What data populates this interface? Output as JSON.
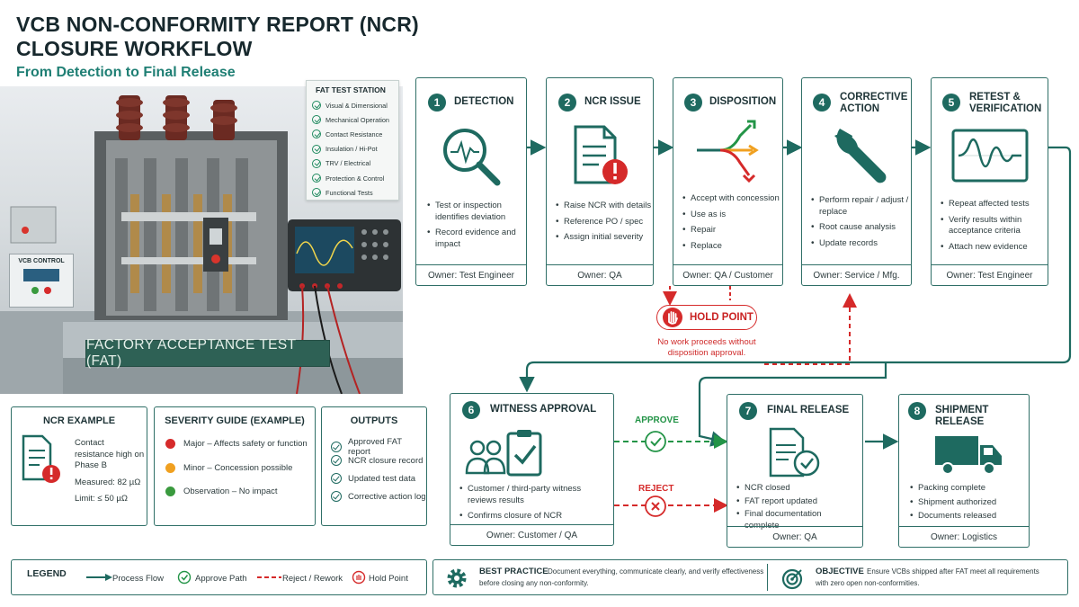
{
  "header": {
    "title_line1": "VCB NON-CONFORMITY REPORT (NCR)",
    "title_line2": "CLOSURE WORKFLOW",
    "subtitle": "From Detection to Final Release"
  },
  "photo": {
    "station_title": "FAT TEST STATION",
    "station_items": [
      "Visual & Dimensional",
      "Mechanical Operation",
      "Contact Resistance",
      "Insulation / Hi-Pot",
      "TRV / Electrical",
      "Protection & Control",
      "Functional Tests"
    ],
    "control_label": "VCB CONTROL",
    "banner": "FACTORY ACCEPTANCE TEST (FAT)"
  },
  "steps": [
    {
      "num": "1",
      "title": "DETECTION",
      "bullets": [
        "Test or inspection identifies deviation",
        "Record evidence and impact"
      ],
      "owner": "Owner: Test Engineer"
    },
    {
      "num": "2",
      "title": "NCR ISSUE",
      "bullets": [
        "Raise NCR with details",
        "Reference PO / spec",
        "Assign initial severity"
      ],
      "owner": "Owner: QA"
    },
    {
      "num": "3",
      "title": "DISPOSITION",
      "bullets": [
        "Accept with concession",
        "Use as is",
        "Repair",
        "Replace"
      ],
      "owner": "Owner: QA / Customer"
    },
    {
      "num": "4",
      "title": "CORRECTIVE ACTION",
      "bullets": [
        "Perform repair / adjust / replace",
        "Root cause analysis",
        "Update records"
      ],
      "owner": "Owner: Service / Mfg."
    },
    {
      "num": "5",
      "title": "RETEST & VERIFICATION",
      "bullets": [
        "Repeat affected tests",
        "Verify results within acceptance criteria",
        "Attach new evidence"
      ],
      "owner": "Owner: Test Engineer"
    },
    {
      "num": "6",
      "title": "WITNESS APPROVAL",
      "bullets": [
        "Customer / third-party witness reviews results",
        "Confirms closure of NCR"
      ],
      "owner": "Owner: Customer / QA"
    },
    {
      "num": "7",
      "title": "FINAL RELEASE",
      "bullets": [
        "NCR closed",
        "FAT report updated",
        "Final documentation complete"
      ],
      "owner": "Owner: QA"
    },
    {
      "num": "8",
      "title": "SHIPMENT RELEASE",
      "bullets": [
        "Packing complete",
        "Shipment authorized",
        "Documents released"
      ],
      "owner": "Owner: Logistics"
    }
  ],
  "hold": {
    "label": "HOLD POINT",
    "note": "No work proceeds without disposition approval."
  },
  "paths": {
    "approve": "APPROVE",
    "reject": "REJECT"
  },
  "ncr_example": {
    "title": "NCR EXAMPLE",
    "bullets": [
      "Contact resistance high on Phase B",
      "Measured: 82 µΩ",
      "Limit: ≤ 50 µΩ"
    ]
  },
  "severity": {
    "title": "SEVERITY GUIDE (EXAMPLE)",
    "items": [
      {
        "label": "Major – Affects safety or function",
        "color": "#d62b2b"
      },
      {
        "label": "Minor – Concession possible",
        "color": "#f0a020"
      },
      {
        "label": "Observation – No impact",
        "color": "#3a9a3e"
      }
    ]
  },
  "outputs": {
    "title": "OUTPUTS",
    "items": [
      "Approved FAT report",
      "NCR closure record",
      "Updated test data",
      "Corrective action log"
    ]
  },
  "legend": {
    "title": "LEGEND",
    "process": "Process Flow",
    "approve": "Approve Path",
    "reject": "Reject / Rework",
    "hold": "Hold Point"
  },
  "best_practice": {
    "title": "BEST PRACTICE",
    "text1": "Document everything, communicate clearly, and verify effectiveness",
    "text2": "before closing any non-conformity."
  },
  "objective": {
    "title": "OBJECTIVE",
    "text1": "Ensure VCBs shipped after FAT meet all requirements",
    "text2": "with zero open non-conformities."
  },
  "colors": {
    "teal": "#1e6a60",
    "red": "#d52a2a",
    "green": "#239447",
    "amber": "#f0a020"
  }
}
